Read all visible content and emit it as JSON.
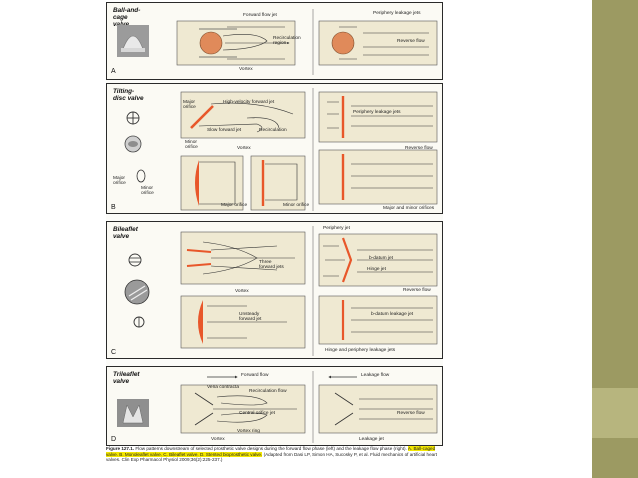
{
  "panels": {
    "a": {
      "letter": "A",
      "valve": "Ball-and-cage valve",
      "labels": {
        "forward_jet": "Forward flow jet",
        "recirculation": "Recirculation region",
        "vortex": "Vortex",
        "periphery": "Periphery leakage jets",
        "reverse": "Reverse flow"
      }
    },
    "b": {
      "letter": "B",
      "valve": "Tilting-disc valve",
      "labels": {
        "major_orifice": "Major orifice",
        "high_velocity": "High-velocity forward jet",
        "slow_jet": "Slow forward jet",
        "recirculation": "Recirculation",
        "minor_orifice": "Minor orifice",
        "vortex": "Vortex",
        "periphery": "Periphery leakage jets",
        "reverse": "Reverse flow",
        "major_orifice_small": "Major orifice",
        "minor_orifice_small": "Minor orifice",
        "major_orifice_bottom": "Major orifice",
        "minor_orifice_bottom": "Minor orifice",
        "major_minor": "Major and minor orifices"
      }
    },
    "c": {
      "letter": "C",
      "valve": "Bileaflet valve",
      "labels": {
        "three_jets": "Three forward jets",
        "vortex": "Vortex",
        "unsteady": "Unsteady forward jet",
        "periphery_jet": "Periphery jet",
        "b_datum_jet": "b-datum jet",
        "hinge_jet": "Hinge jet",
        "reverse": "Reverse flow",
        "b_datum_leakage": "b-datum leakage jet",
        "hinge_periphery": "Hinge and periphery leakage jets"
      }
    },
    "d": {
      "letter": "D",
      "valve": "Trileaflet valve",
      "labels": {
        "forward_flow": "Forward flow",
        "vena": "Vena contracta",
        "recirculation": "Recirculation flow",
        "central_jet": "Central orifice jet",
        "vortex_ring": "Vortex ring",
        "vortex": "Vortex",
        "leakage_flow": "Leakage flow",
        "reverse": "Reverse flow",
        "leakage_jet": "Leakage jet"
      }
    }
  },
  "caption": {
    "title": "Figure 127.1.",
    "text": "Flow patterns downstream of selected prosthetic valve designs during the forward flow phase (left) and the leakage flow phase (right).",
    "highlight": "A. Ball-caged valve. B. Monoleaflet valve. C. Bileaflet valve. D. Stented bioprosthetic valve.",
    "source": "(Adapted from Dasi LP, Simon HA, Sucosky P, et al. Fluid mechanics of artificial heart valves. Clin Exp Pharmacol Physiol 2009;36(2):225-237.)"
  },
  "colors": {
    "accent": "#e8572a",
    "side": "#9c9a62",
    "highlight": "#f3e700"
  }
}
